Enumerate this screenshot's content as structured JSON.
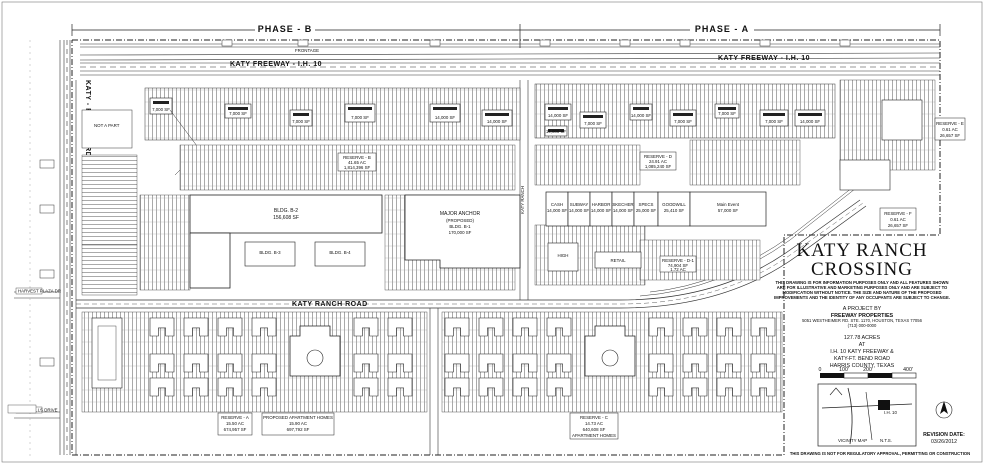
{
  "phases": {
    "a": "PHASE - A",
    "b": "PHASE - B"
  },
  "roads": {
    "freeway_west": "KATY FREEWAY - I.H. 10",
    "freeway_east": "KATY FREEWAY - I.H. 10",
    "frontage": "FRONTAGE",
    "fort_bend": "KATY - FT. BEND RD",
    "ranch": "KATY RANCH ROAD",
    "collector": "KATY RANCH",
    "cross_north": "HARVEST PLAZA DR",
    "cross_south": "KATY MILLS DRIVE"
  },
  "labels": {
    "not_a_part": "NOT A PART"
  },
  "buildings": {
    "b2_name": "BLDG. B-2",
    "b2_area": "156,608 SF",
    "b3_name": "BLDG. B-3",
    "b4_name": "BLDG. B-4",
    "anchor_title": "MAJOR ANCHOR",
    "anchor_note": "(PROPOSED)",
    "anchor_bldg": "BLDG. B-1",
    "anchor_area": "170,000 SF",
    "high_pad": "HIGH",
    "lower_pad": "RETAIL",
    "pads": [
      {
        "label": "7,000 SF"
      },
      {
        "label": "7,000 SF"
      },
      {
        "label": "7,000 SF"
      },
      {
        "label": "7,000 SF"
      },
      {
        "label": "14,000 SF"
      },
      {
        "label": "14,000 SF"
      },
      {
        "label": "14,000 SF"
      },
      {
        "label": "7,000 SF"
      },
      {
        "label": "14,000 SF"
      },
      {
        "label": "7,000 SF"
      },
      {
        "label": "7,000 SF"
      },
      {
        "label": "7,000 SF"
      },
      {
        "label": "14,000 SF"
      },
      {
        "label": "14,000 SF"
      }
    ],
    "shops": [
      {
        "name": "CASH",
        "area": "14,000 SF"
      },
      {
        "name": "SUBWAY",
        "area": "14,000 SF"
      },
      {
        "name": "HARBOR",
        "area": "14,000 SF"
      },
      {
        "name": "SKECHER",
        "area": "14,000 SF"
      },
      {
        "name": "SPECS",
        "area": "25,000 SF"
      },
      {
        "name": "GOODWILL",
        "area": "25,410 SF"
      },
      {
        "name": "Main Event",
        "area": "57,000 SF"
      }
    ]
  },
  "reserves": {
    "a_name": "RESERVE - A",
    "a_ac": "15.50 AC",
    "a_sf": "674,957 SF",
    "apt_b_title": "PROPOSED APARTMENT HOMES",
    "apt_b_ac": "15.90 AC",
    "apt_b_sf": "697,792 SF",
    "b_name": "RESERVE - B",
    "b_ac": "41.65 AC",
    "b_sf": "1,814,396 SF",
    "c_name": "RESERVE - C",
    "c_ac": "14.73 AC",
    "c_sf": "640,608 SF",
    "c_use": "APARTMENT HOMES",
    "d_name": "RESERVE - D",
    "d_ac": "24.91 AC",
    "d_sf": "1,085,240 SF",
    "d1_name": "RESERVE - D-1",
    "d1_sf": "74,904 SF",
    "d1_ac": "1.72 AC",
    "e_name": "RESERVE - E",
    "e_ac": "0.61 AC",
    "e_sf": "26,657 SF",
    "f_name": "RESERVE - F",
    "f_ac": "0.61 AC",
    "f_sf": "26,657 SF"
  },
  "title": {
    "line1": "KATY RANCH",
    "line2": "CROSSING",
    "project_of": "A PROJECT BY",
    "developer": "FREEWAY PROPERTIES",
    "address": "5051 WESTHEIMER RD. STE. 1170, HOUSTON, TEXAS 77056",
    "contact": "(713) 000-0000",
    "acres": "127.78 ACRES",
    "at": "AT",
    "loc1": "I.H. 10 KATY FREEWAY &",
    "loc2": "KATY-FT. BEND ROAD",
    "loc3": "HARRIS COUNTY, TEXAS"
  },
  "disclaimer": {
    "l1": "THIS DRAWING IS FOR INFORMATION PURPOSES ONLY AND ALL FEATURES SHOWN",
    "l2": "ARE FOR ILLUSTRATIVE AND MARKETING PURPOSES ONLY AND ARE SUBJECT TO",
    "l3": "MODIFICATION WITHOUT NOTICE. THE SIZE AND NATURE OF THE PROPOSED",
    "l4": "IMPROVEMENTS AND THE IDENTITY OF ANY OCCUPANTS ARE SUBJECT TO CHANGE."
  },
  "scale": {
    "s0": "0",
    "s100": "100'",
    "s200": "200'",
    "s400": "400'"
  },
  "vicinity": {
    "label": "VICINITY MAP",
    "scale": "N.T.S.",
    "road": "I.H. 10"
  },
  "revision": {
    "label": "REVISION DATE:",
    "date": "03/26/2012"
  },
  "footer": {
    "note": "THIS DRAWING IS NOT FOR REGULATORY APPROVAL, PERMITTING OR CONSTRUCTION"
  }
}
